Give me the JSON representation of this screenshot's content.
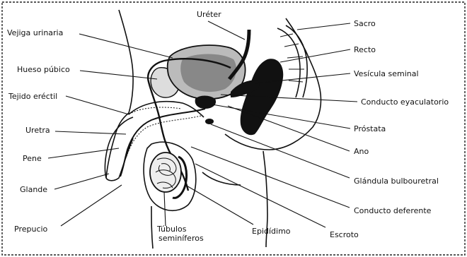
{
  "labels": {
    "ureter": "Uréter",
    "vejiga": "Vejiga urinaria",
    "hueso_pubico": "Hueso púbico",
    "tejido_erectil": "Tejido eréctil",
    "uretra": "Uretra",
    "pene": "Pene",
    "glande": "Glande",
    "prepucio": "Prepucio",
    "tubulos_1": "Túbulos",
    "tubulos_2": "seminíferos",
    "epididimo": "Epidídimo",
    "escroto": "Escroto",
    "conducto_deferente": "Conducto deferente",
    "glandula_bulbouretral": "Glándula bulbouretral",
    "ano": "Ano",
    "prostata": "Próstata",
    "conducto_eyaculatorio": "Conducto eyaculatorio",
    "vesicula_seminal": "Vesícula seminal",
    "recto": "Recto",
    "sacro": "Sacro"
  }
}
